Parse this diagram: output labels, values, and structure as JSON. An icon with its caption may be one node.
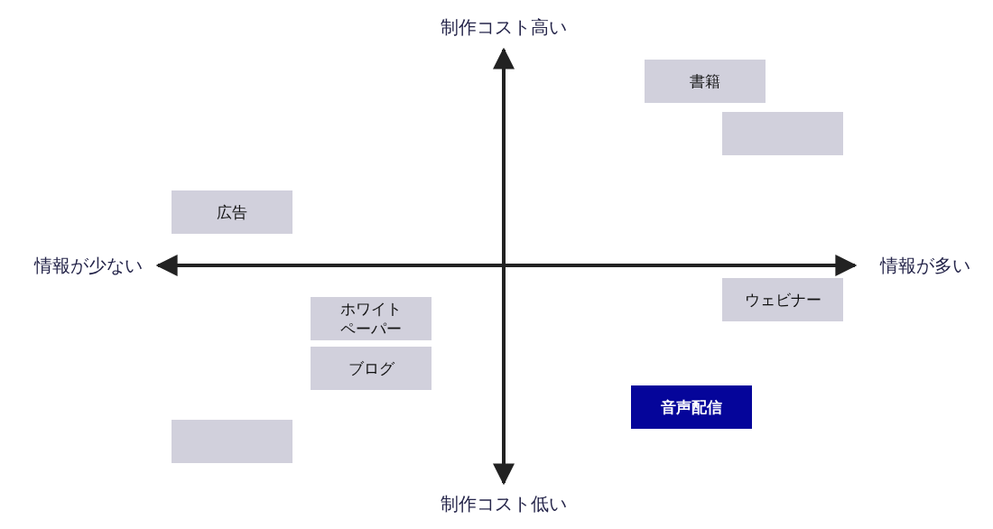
{
  "diagram": {
    "nodes": [
      {
        "text": [
          "書籍"
        ]
      },
      {
        "text": [],
        "shape": "box"
      },
      {
        "text": [
          "広告"
        ]
      },
      {
        "text": [
          "ウェビナー"
        ]
      },
      {
        "text": [
          "ホワイトペーパー"
        ]
      },
      {
        "text": [
          "ブログ"
        ]
      },
      {
        "text": [
          "音声配信"
        ]
      },
      {
        "text": [],
        "shape": "box"
      }
    ],
    "labels": [
      "制作コスト高い",
      "情報が少ない",
      "情報が多い",
      "制作コスト低い"
    ]
  }
}
